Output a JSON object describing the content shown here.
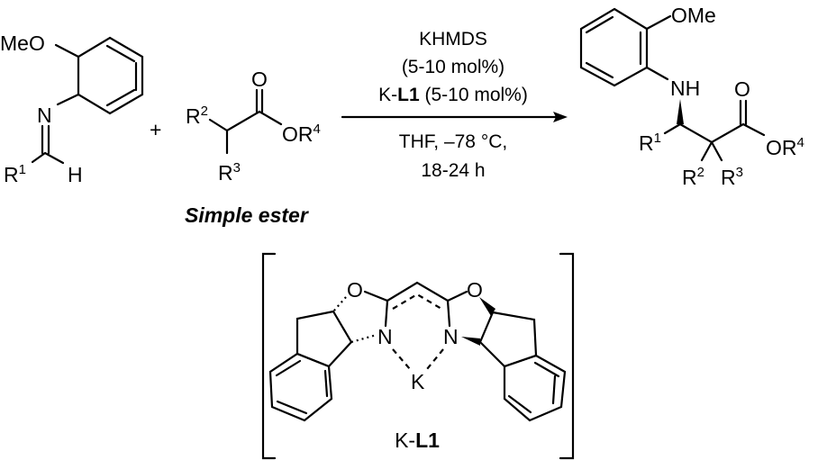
{
  "imine": {
    "meo": "MeO",
    "n": "N",
    "r": "R",
    "r_sup": "1",
    "h": "H"
  },
  "plus": "+",
  "ester": {
    "r2": "R",
    "r2_sup": "2",
    "r3": "R",
    "r3_sup": "3",
    "o": "O",
    "or4": "OR",
    "or4_sup": "4",
    "caption": "Simple ester"
  },
  "conditions": {
    "line1": "KHMDS",
    "line2": "(5-10 mol%)",
    "line3_prefix": "K-",
    "line3_bold": "L1",
    "line3_suffix": " (5-10 mol%)",
    "line4": "THF, –78 °C,",
    "line5": "18-24 h"
  },
  "product": {
    "ome": "OMe",
    "nh": "NH",
    "o": "O",
    "r1": "R",
    "r1_sup": "1",
    "or4": "OR",
    "or4_sup": "4",
    "r2": "R",
    "r2_sup": "2",
    "r3": "R",
    "r3_sup": "3"
  },
  "ligand": {
    "o_left": "O",
    "o_right": "O",
    "n_left": "N",
    "n_right": "N",
    "k": "K",
    "label_prefix": "K-",
    "label_bold": "L1"
  }
}
